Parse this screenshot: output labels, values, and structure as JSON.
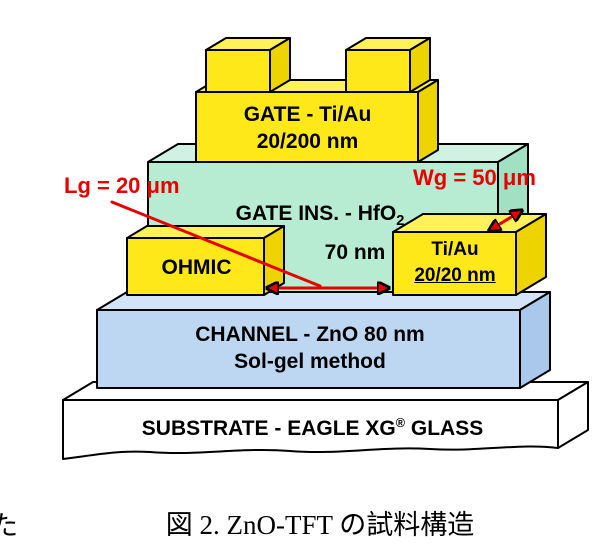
{
  "figure": {
    "gate": {
      "line1": "GATE - Ti/Au",
      "line2": "20/200 nm"
    },
    "gate_ins": {
      "line1_pre": "GATE INS. - HfO",
      "line1_sub": "2",
      "line2": "70 nm"
    },
    "ohmic": {
      "label": "OHMIC"
    },
    "tiau": {
      "line1": "Ti/Au",
      "line2": "20/20 nm"
    },
    "channel": {
      "line1": "CHANNEL - ZnO 80 nm",
      "line2": "Sol-gel method"
    },
    "substrate": {
      "pre": "SUBSTRATE - EAGLE XG",
      "reg": "®",
      "post": " GLASS"
    },
    "annotations": {
      "lg_label": "Lg = 20 μm",
      "wg_label": "Wg = 50 μm"
    },
    "colors": {
      "yellow_front": "#FFE81A",
      "yellow_top": "#FFF159",
      "yellow_side": "#EDD400",
      "green_front": "#B7EBD2",
      "green_top": "#CFF2E2",
      "green_side": "#A2E0C4",
      "blue_front": "#BDD7F2",
      "blue_top": "#D3E4F8",
      "blue_side": "#A9C8EC",
      "substrate_white": "#FFFFFF",
      "annotation_red": "#E60000",
      "outline_black": "#000000"
    }
  },
  "caption": {
    "text": "図 2. ZnO-TFT の試料構造",
    "left_fragment": "た"
  }
}
